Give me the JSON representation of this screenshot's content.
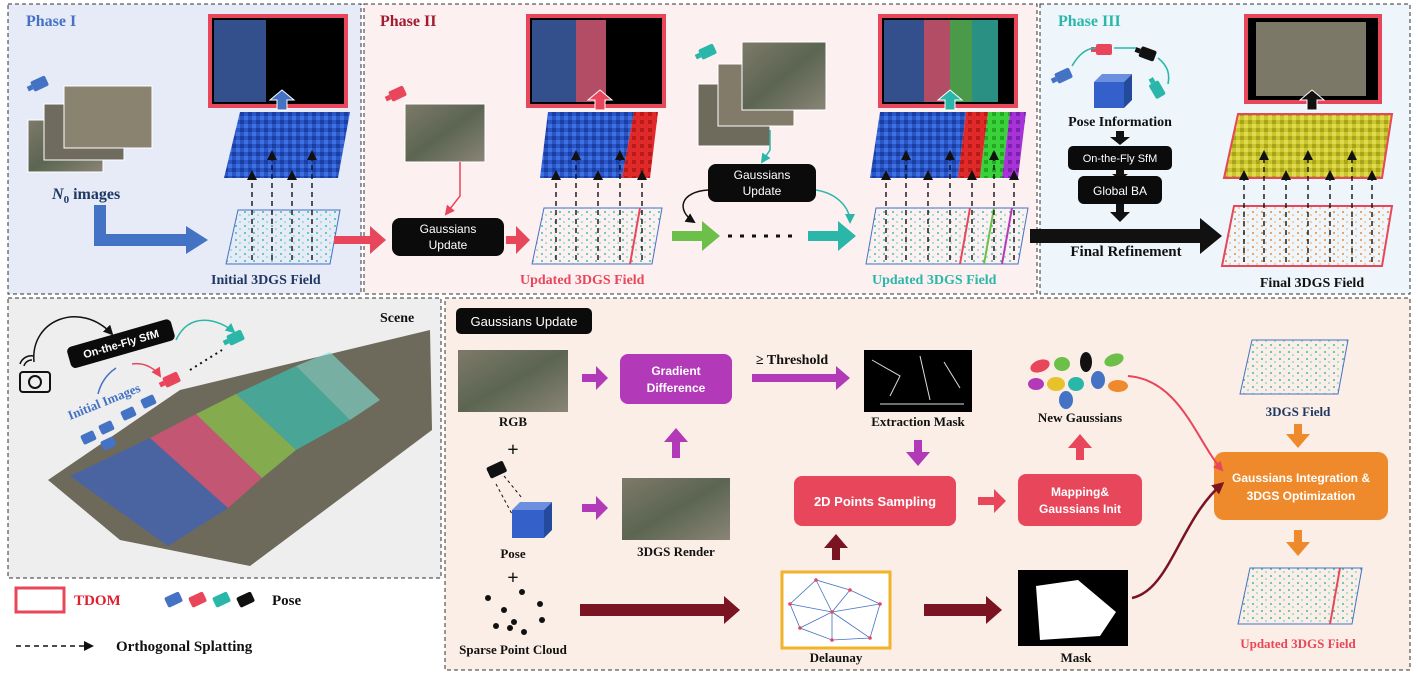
{
  "phases": {
    "p1": {
      "title": "Phase I",
      "images_label": "N",
      "images_sub": "0",
      "images_suffix": " images",
      "field_label": "Initial 3DGS Field"
    },
    "p2": {
      "title": "Phase II",
      "update_box": [
        "Gaussians",
        "Update"
      ],
      "update_box_b": [
        "Gaussians",
        "Update"
      ],
      "field_label": "Updated 3DGS Field",
      "field_label_b": "Updated 3DGS Field"
    },
    "p3": {
      "title": "Phase III",
      "pose_info": "Pose Information",
      "sfm": "On-the-Fly SfM",
      "ba": "Global BA",
      "refine": "Final Refinement",
      "field_label": "Final 3DGS Field"
    }
  },
  "scene": {
    "title": "Scene",
    "sfm_tag": "On-the-Fly SfM",
    "initial_images": "Initial Images"
  },
  "legend": {
    "tdom": "TDOM",
    "pose": "Pose",
    "splat": "Orthogonal Splatting"
  },
  "detail": {
    "title": "Gaussians Update",
    "rgb": "RGB",
    "plus": "+",
    "pose": "Pose",
    "sparse": "Sparse Point Cloud",
    "grad": [
      "Gradient",
      "Difference"
    ],
    "threshold": "≥ Threshold",
    "extraction": "Extraction Mask",
    "render": "3DGS Render",
    "sampling": "2D Points Sampling",
    "mapping": [
      "Mapping&",
      "Gaussians Init"
    ],
    "new_gauss": "New Gaussians",
    "field": "3DGS Field",
    "integration": [
      "Gaussians Integration &",
      "3DGS Optimization"
    ],
    "updated": "Updated 3DGS Field",
    "delaunay": "Delaunay",
    "mask": "Mask"
  },
  "colors": {
    "blue": "#4472c4",
    "red": "#e8465a",
    "teal": "#2ab7a9",
    "green": "#6cc04a",
    "purple": "#b23ab9",
    "pink": "#e85168",
    "orange": "#ee8a2c",
    "maroon": "#7a1322",
    "p1_bg": "#e6ebf7",
    "p2_bg": "#fdf0f1",
    "p3_bg": "#eef6fc",
    "scene_bg": "#eeeeee",
    "detail_bg": "#fbeee6"
  }
}
